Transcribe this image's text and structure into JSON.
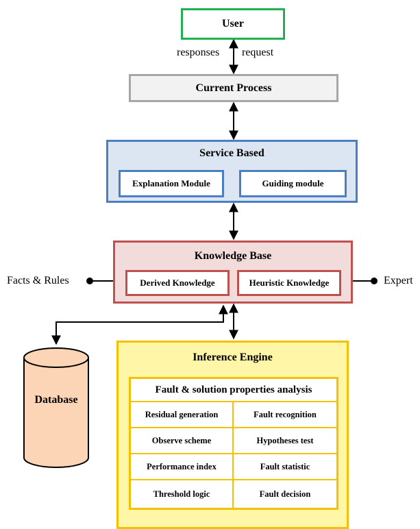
{
  "user": {
    "label": "User",
    "border": "#1fb050"
  },
  "flow": {
    "responses": "responses",
    "request": "request"
  },
  "current_process": {
    "label": "Current Process",
    "border": "#a6a6a6",
    "fill": "#f2f2f2"
  },
  "service_based": {
    "title": "Service Based",
    "border": "#4a7fc1",
    "fill": "#dce6f2",
    "modules": [
      "Explanation Module",
      "Guiding module"
    ]
  },
  "knowledge_base": {
    "title": "Knowledge Base",
    "border": "#c0504d",
    "fill": "#f2dcdb",
    "modules": [
      "Derived Knowledge",
      "Heuristic Knowledge"
    ]
  },
  "inputs": {
    "left": "Facts & Rules",
    "right": "Expert"
  },
  "database": {
    "label": "Database",
    "fill": "#fbd5b5"
  },
  "inference_engine": {
    "title": "Inference Engine",
    "border": "#f2c200",
    "fill": "#fff6a8",
    "table_title": "Fault & solution properties analysis",
    "rows": [
      [
        "Residual generation",
        "Fault recognition"
      ],
      [
        "Observe scheme",
        "Hypotheses test"
      ],
      [
        "Performance index",
        "Fault statistic"
      ],
      [
        "Threshold logic",
        "Fault decision"
      ]
    ]
  }
}
